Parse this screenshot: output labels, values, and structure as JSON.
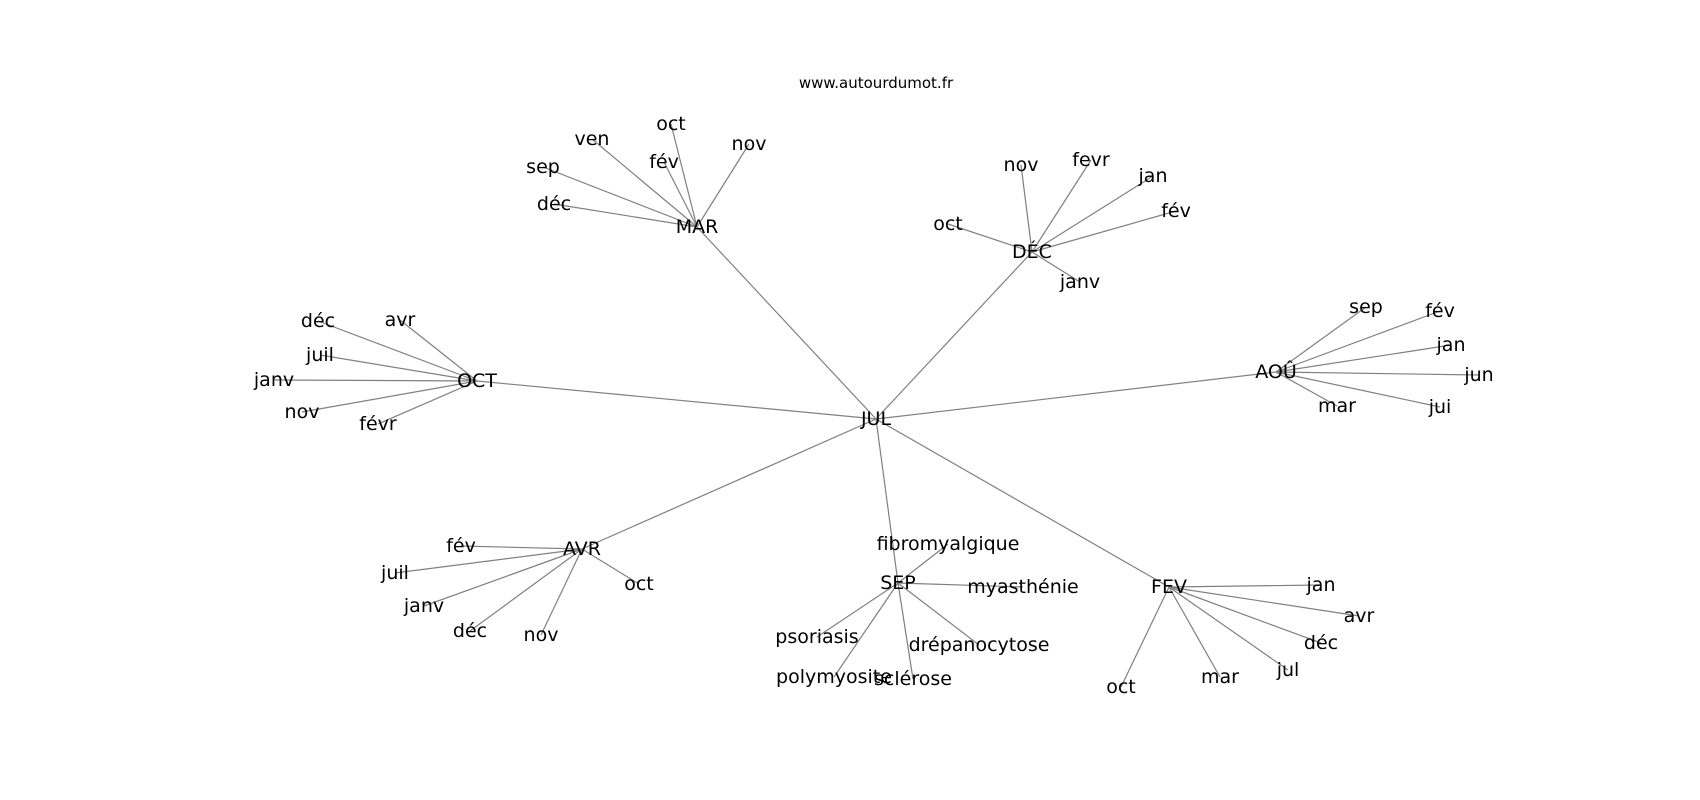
{
  "credit": "www.autourdumot.fr",
  "graph": {
    "center": "JUL",
    "clusters": [
      {
        "hub": "MAR",
        "leaves": [
          "oct",
          "ven",
          "nov",
          "fév",
          "sep",
          "déc"
        ]
      },
      {
        "hub": "DÉC",
        "leaves": [
          "nov",
          "fevr",
          "jan",
          "fév",
          "oct",
          "janv"
        ]
      },
      {
        "hub": "OCT",
        "leaves": [
          "déc",
          "avr",
          "juil",
          "janv",
          "nov",
          "févr"
        ]
      },
      {
        "hub": "AOÛ",
        "leaves": [
          "sep",
          "fév",
          "jan",
          "jun",
          "mar",
          "jui"
        ]
      },
      {
        "hub": "AVR",
        "leaves": [
          "fév",
          "juil",
          "janv",
          "déc",
          "nov",
          "oct"
        ]
      },
      {
        "hub": "SEP",
        "leaves": [
          "fibromyalgique",
          "myasthénie",
          "psoriasis",
          "drépanocytose",
          "polymyosite",
          "sclérose"
        ]
      },
      {
        "hub": "FEV",
        "leaves": [
          "jan",
          "avr",
          "déc",
          "jul",
          "mar",
          "oct"
        ]
      }
    ]
  }
}
